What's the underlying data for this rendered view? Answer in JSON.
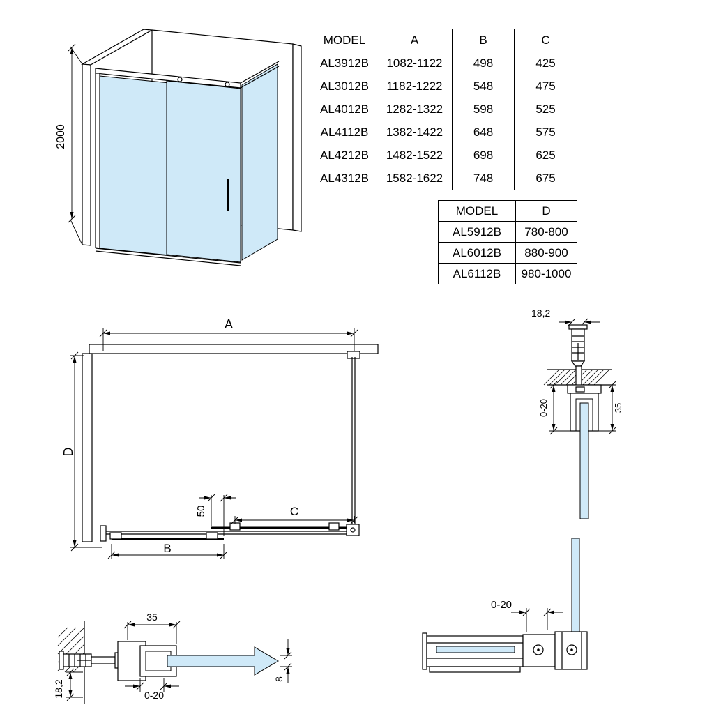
{
  "colors": {
    "glass": "#cfe9f8"
  },
  "iso_view": {
    "height_dim": "2000"
  },
  "spec_table_main": {
    "headers": [
      "MODEL",
      "A",
      "B",
      "C"
    ],
    "rows": [
      [
        "AL3912B",
        "1082-1122",
        "498",
        "425"
      ],
      [
        "AL3012B",
        "1182-1222",
        "548",
        "475"
      ],
      [
        "AL4012B",
        "1282-1322",
        "598",
        "525"
      ],
      [
        "AL4112B",
        "1382-1422",
        "648",
        "575"
      ],
      [
        "AL4212B",
        "1482-1522",
        "698",
        "625"
      ],
      [
        "AL4312B",
        "1582-1622",
        "748",
        "675"
      ]
    ]
  },
  "spec_table_d": {
    "headers": [
      "MODEL",
      "D"
    ],
    "rows": [
      [
        "AL5912B",
        "780-800"
      ],
      [
        "AL6012B",
        "880-900"
      ],
      [
        "AL6112B",
        "980-1000"
      ]
    ]
  },
  "plan_view": {
    "width_dim": "A",
    "door_dim": "B",
    "fixed_panel_dim": "C",
    "depth_dim": "D",
    "overlap_dim": "50"
  },
  "top_profile_detail": {
    "plug_dim": "18,2",
    "adjust_dim": "0-20",
    "profile_dim": "35"
  },
  "wall_profile_detail": {
    "profile_dim": "35",
    "adjust_dim": "0-20",
    "glass_thickness_dim": "8",
    "plug_dim": "18,2"
  },
  "corner_detail": {
    "adjust_dim": "0-20"
  }
}
